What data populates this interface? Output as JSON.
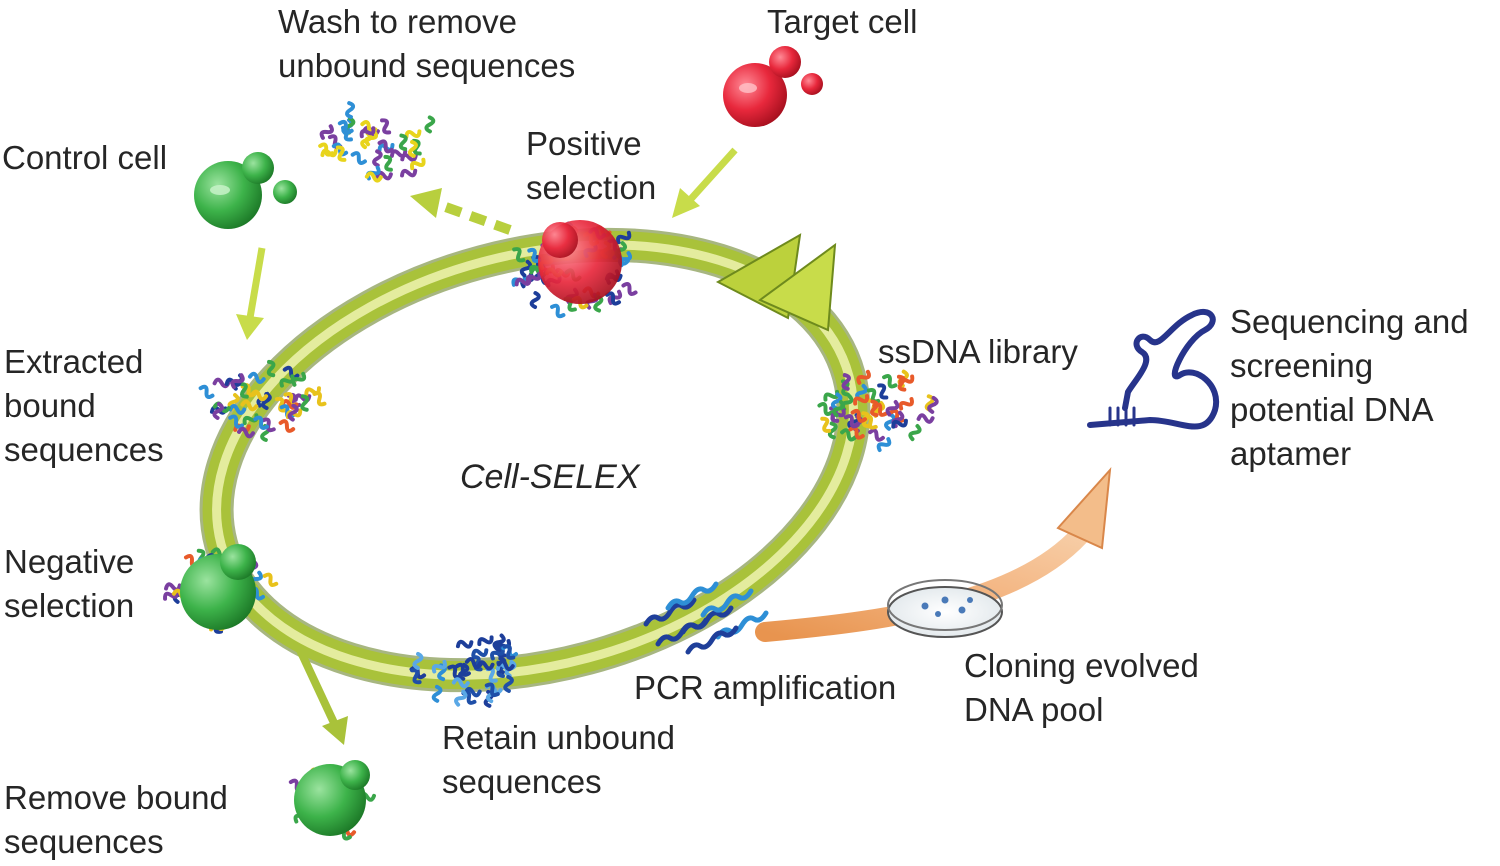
{
  "diagram": {
    "center_title": "Cell-SELEX",
    "labels": {
      "wash": [
        "Wash to remove",
        "unbound sequences"
      ],
      "target_cell": [
        "Target cell"
      ],
      "control_cell": [
        "Control cell"
      ],
      "positive_selection": [
        "Positive",
        "selection"
      ],
      "extracted_bound": [
        "Extracted",
        "bound",
        "sequences"
      ],
      "ssdna_library": [
        "ssDNA library"
      ],
      "sequencing": [
        "Sequencing and",
        "screening",
        "potential DNA",
        "aptamer"
      ],
      "negative_selection": [
        "Negative",
        "selection"
      ],
      "cloning": [
        "Cloning evolved",
        "DNA pool"
      ],
      "pcr": [
        "PCR amplification"
      ],
      "retain_unbound": [
        "Retain unbound",
        "sequences"
      ],
      "remove_bound": [
        "Remove bound",
        "sequences"
      ]
    },
    "colors": {
      "ring": "#a9c23a",
      "ring_highlight": "#eef3b0",
      "ring_shadow": "#5f7a1a",
      "target_cell": "#e8283c",
      "control_cell": "#3db34a",
      "arrow_green": "#c8dc4a",
      "orange_arrow": "#f0b27a",
      "aptamer": "#27348b"
    }
  }
}
